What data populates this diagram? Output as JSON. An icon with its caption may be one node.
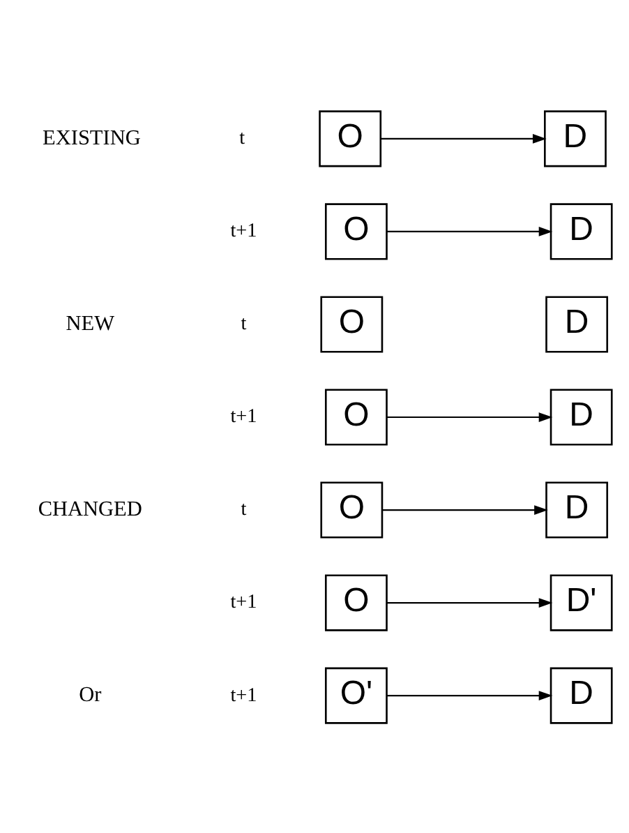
{
  "diagram": {
    "nodes": [
      {
        "text": [
          "O"
        ]
      },
      {
        "text": [
          "D"
        ]
      },
      {
        "text": [
          "O"
        ]
      },
      {
        "text": [
          "D"
        ]
      },
      {
        "text": [
          "O"
        ]
      },
      {
        "text": [
          "D"
        ]
      },
      {
        "text": [
          "O"
        ]
      },
      {
        "text": [
          "D"
        ]
      },
      {
        "text": [
          "O"
        ]
      },
      {
        "text": [
          "D"
        ]
      },
      {
        "text": [
          "O"
        ]
      },
      {
        "text": [
          "D'"
        ]
      },
      {
        "text": [
          "O'"
        ]
      },
      {
        "text": [
          "D"
        ]
      }
    ],
    "edges": [
      {
        "from": 0,
        "to": 1,
        "arrow": "to"
      },
      {
        "from": 2,
        "to": 3,
        "arrow": "to"
      },
      {
        "from": 6,
        "to": 7,
        "arrow": "to"
      },
      {
        "from": 8,
        "to": 9,
        "arrow": "to"
      },
      {
        "from": 10,
        "to": 11,
        "arrow": "to"
      },
      {
        "from": 12,
        "to": 13,
        "arrow": "to"
      }
    ],
    "labels": [
      "t",
      "EXISTING",
      "t+1",
      "t",
      "NEW",
      "t+1",
      "t",
      "CHANGED",
      "t+1",
      "Or",
      "t+1"
    ]
  }
}
